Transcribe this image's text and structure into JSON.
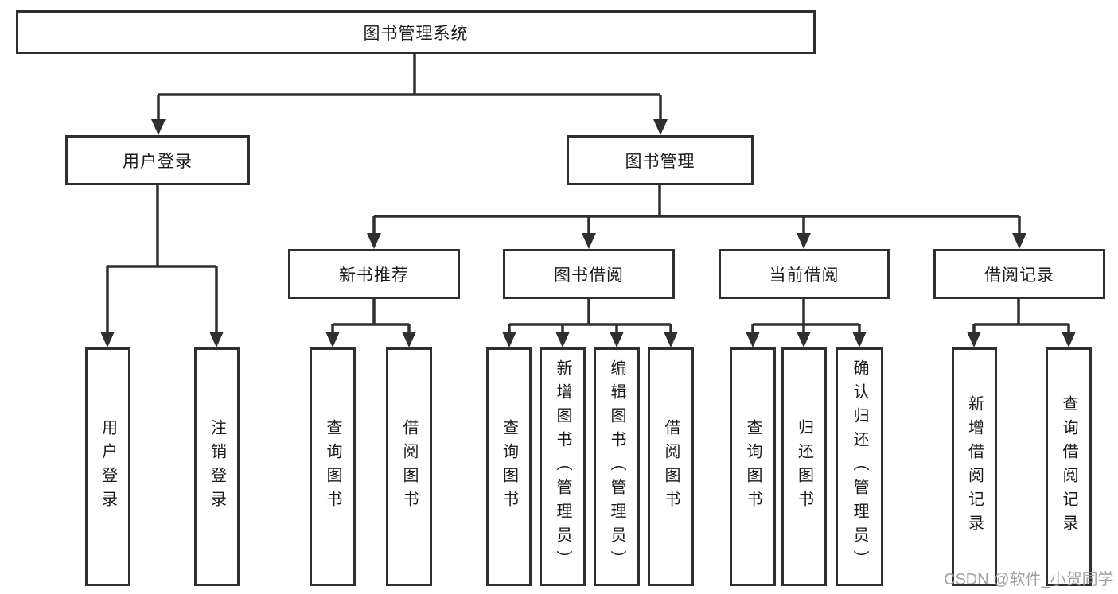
{
  "diagram": {
    "type": "hierarchy-tree",
    "colors": {
      "line": "#2f2f2f",
      "border": "#2f2f2f",
      "text": "#1a1a1a",
      "background": "#ffffff",
      "watermark": "#9a9a9a"
    },
    "tree": {
      "label": "图书管理系统",
      "children": [
        {
          "label": "用户登录",
          "children": [
            {
              "label": "用户登录"
            },
            {
              "label": "注销登录"
            }
          ]
        },
        {
          "label": "图书管理",
          "children": [
            {
              "label": "新书推荐",
              "children": [
                {
                  "label": "查询图书"
                },
                {
                  "label": "借阅图书"
                }
              ]
            },
            {
              "label": "图书借阅",
              "children": [
                {
                  "label": "查询图书"
                },
                {
                  "label": "新增图书（管理员）"
                },
                {
                  "label": "编辑图书（管理员）"
                },
                {
                  "label": "借阅图书"
                }
              ]
            },
            {
              "label": "当前借阅",
              "children": [
                {
                  "label": "查询图书"
                },
                {
                  "label": "归还图书"
                },
                {
                  "label": "确认归还（管理员）"
                }
              ]
            },
            {
              "label": "借阅记录",
              "children": [
                {
                  "label": "新增借阅记录"
                },
                {
                  "label": "查询借阅记录"
                }
              ]
            }
          ]
        }
      ]
    },
    "watermark": "CSDN @软件_小贺同学"
  }
}
